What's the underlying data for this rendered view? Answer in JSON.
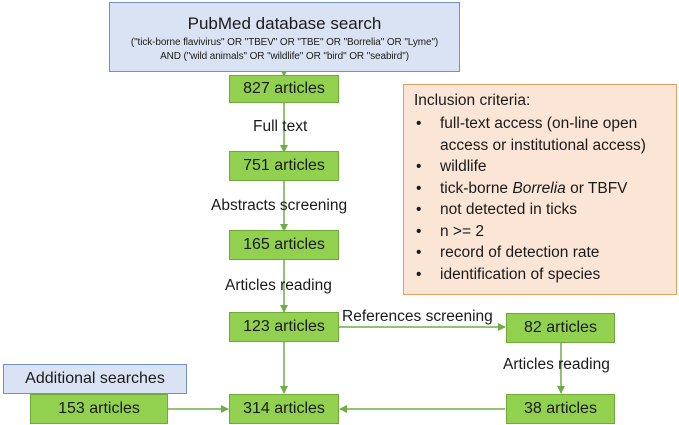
{
  "search": {
    "title": "PubMed database search",
    "query_line1": "(\"tick-borne flavivirus\" OR \"TBEV\" OR \"TBE\" OR \"Borrelia\" OR \"Lyme\")",
    "query_line2": "AND (\"wild animals\" OR \"wildlife\" OR \"bird\" OR \"seabird\")"
  },
  "boxes": {
    "n827": "827 articles",
    "n751": "751 articles",
    "n165": "165 articles",
    "n123": "123 articles",
    "n82": "82 articles",
    "n38": "38 articles",
    "n153": "153 articles",
    "n314": "314 articles"
  },
  "steps": {
    "full_text": "Full text",
    "abstracts": "Abstracts screening",
    "reading_main": "Articles reading",
    "references": "References screening",
    "reading_refs": "Articles reading"
  },
  "additional": {
    "title": "Additional searches"
  },
  "criteria": {
    "title": "Inclusion criteria:",
    "bullet": "•",
    "items": {
      "i1a": "full-text access (on-line open",
      "i1b": "access or institutional access)",
      "i2": "wildlife",
      "i3_pre": "tick-borne ",
      "i3_em": "Borrelia",
      "i3_post": " or TBFV",
      "i4": "not detected in ticks",
      "i5": "n >= 2",
      "i6": "record of detection rate",
      "i7": "identification of species"
    }
  },
  "colors": {
    "box_fill": "#92d050",
    "arrow": "#70ad47",
    "search_fill": "#dae3f3",
    "criteria_fill": "#fbe5d6"
  }
}
